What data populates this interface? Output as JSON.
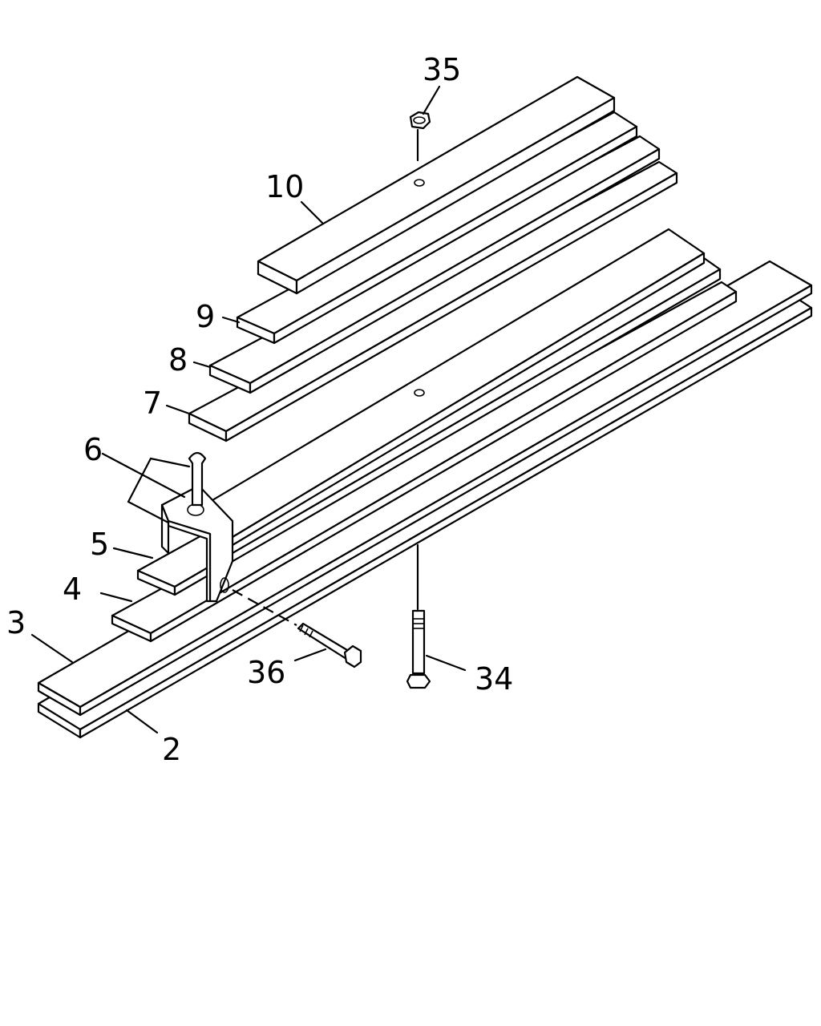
{
  "callouts": {
    "c2": "2",
    "c3": "3",
    "c4": "4",
    "c5": "5",
    "c6": "6",
    "c7": "7",
    "c8": "8",
    "c9": "9",
    "c10": "10",
    "c34": "34",
    "c35": "35",
    "c36": "36"
  },
  "colors": {
    "ink": "#000000",
    "paper": "#ffffff"
  }
}
